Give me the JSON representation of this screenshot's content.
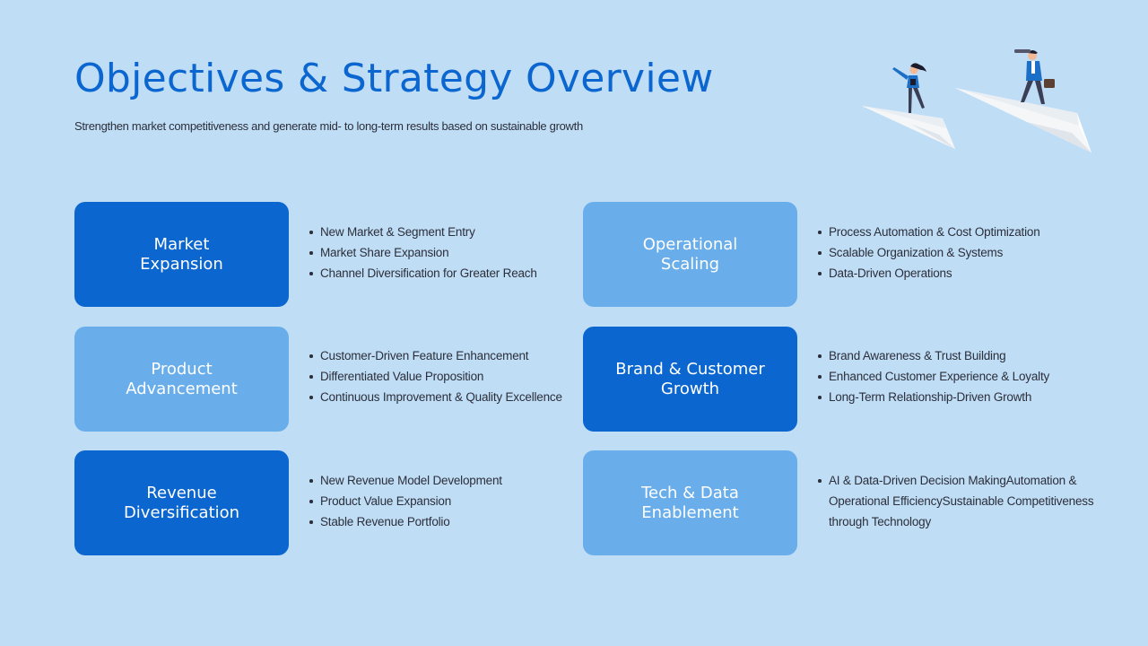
{
  "slide": {
    "title": "Objectives & Strategy Overview",
    "subtitle": "Strengthen market competitiveness and generate mid- to long-term results based on sustainable growth",
    "illustration": "business-people-on-paper-airplanes-illustration",
    "colors": {
      "background": "#c0ddf6",
      "title": "#0b66d0",
      "card_dark": "#0b66d0",
      "card_light": "#69aeea",
      "body_text": "#2b2f3a"
    }
  },
  "objectives": [
    {
      "label": "Market\nExpansion",
      "style": "dark",
      "bullets": [
        "New Market & Segment Entry",
        "Market Share Expansion",
        "Channel Diversification for Greater Reach"
      ]
    },
    {
      "label": "Operational\nScaling",
      "style": "light",
      "bullets": [
        "Process Automation & Cost Optimization",
        "Scalable Organization & Systems",
        "Data-Driven Operations"
      ]
    },
    {
      "label": "Product\nAdvancement",
      "style": "light",
      "bullets": [
        "Customer-Driven Feature Enhancement",
        "Differentiated Value Proposition",
        "Continuous Improvement & Quality Excellence"
      ]
    },
    {
      "label": "Brand & Customer\nGrowth",
      "style": "dark",
      "bullets": [
        "Brand Awareness & Trust Building",
        "Enhanced Customer Experience & Loyalty",
        "Long-Term Relationship-Driven Growth"
      ]
    },
    {
      "label": "Revenue\nDiversification",
      "style": "dark",
      "bullets": [
        "New Revenue Model Development",
        "Product Value Expansion",
        "Stable Revenue Portfolio"
      ]
    },
    {
      "label": "Tech & Data\nEnablement",
      "style": "light",
      "bullets": [
        "AI & Data-Driven Decision MakingAutomation & Operational EfficiencySustainable Competitiveness through Technology"
      ]
    }
  ]
}
